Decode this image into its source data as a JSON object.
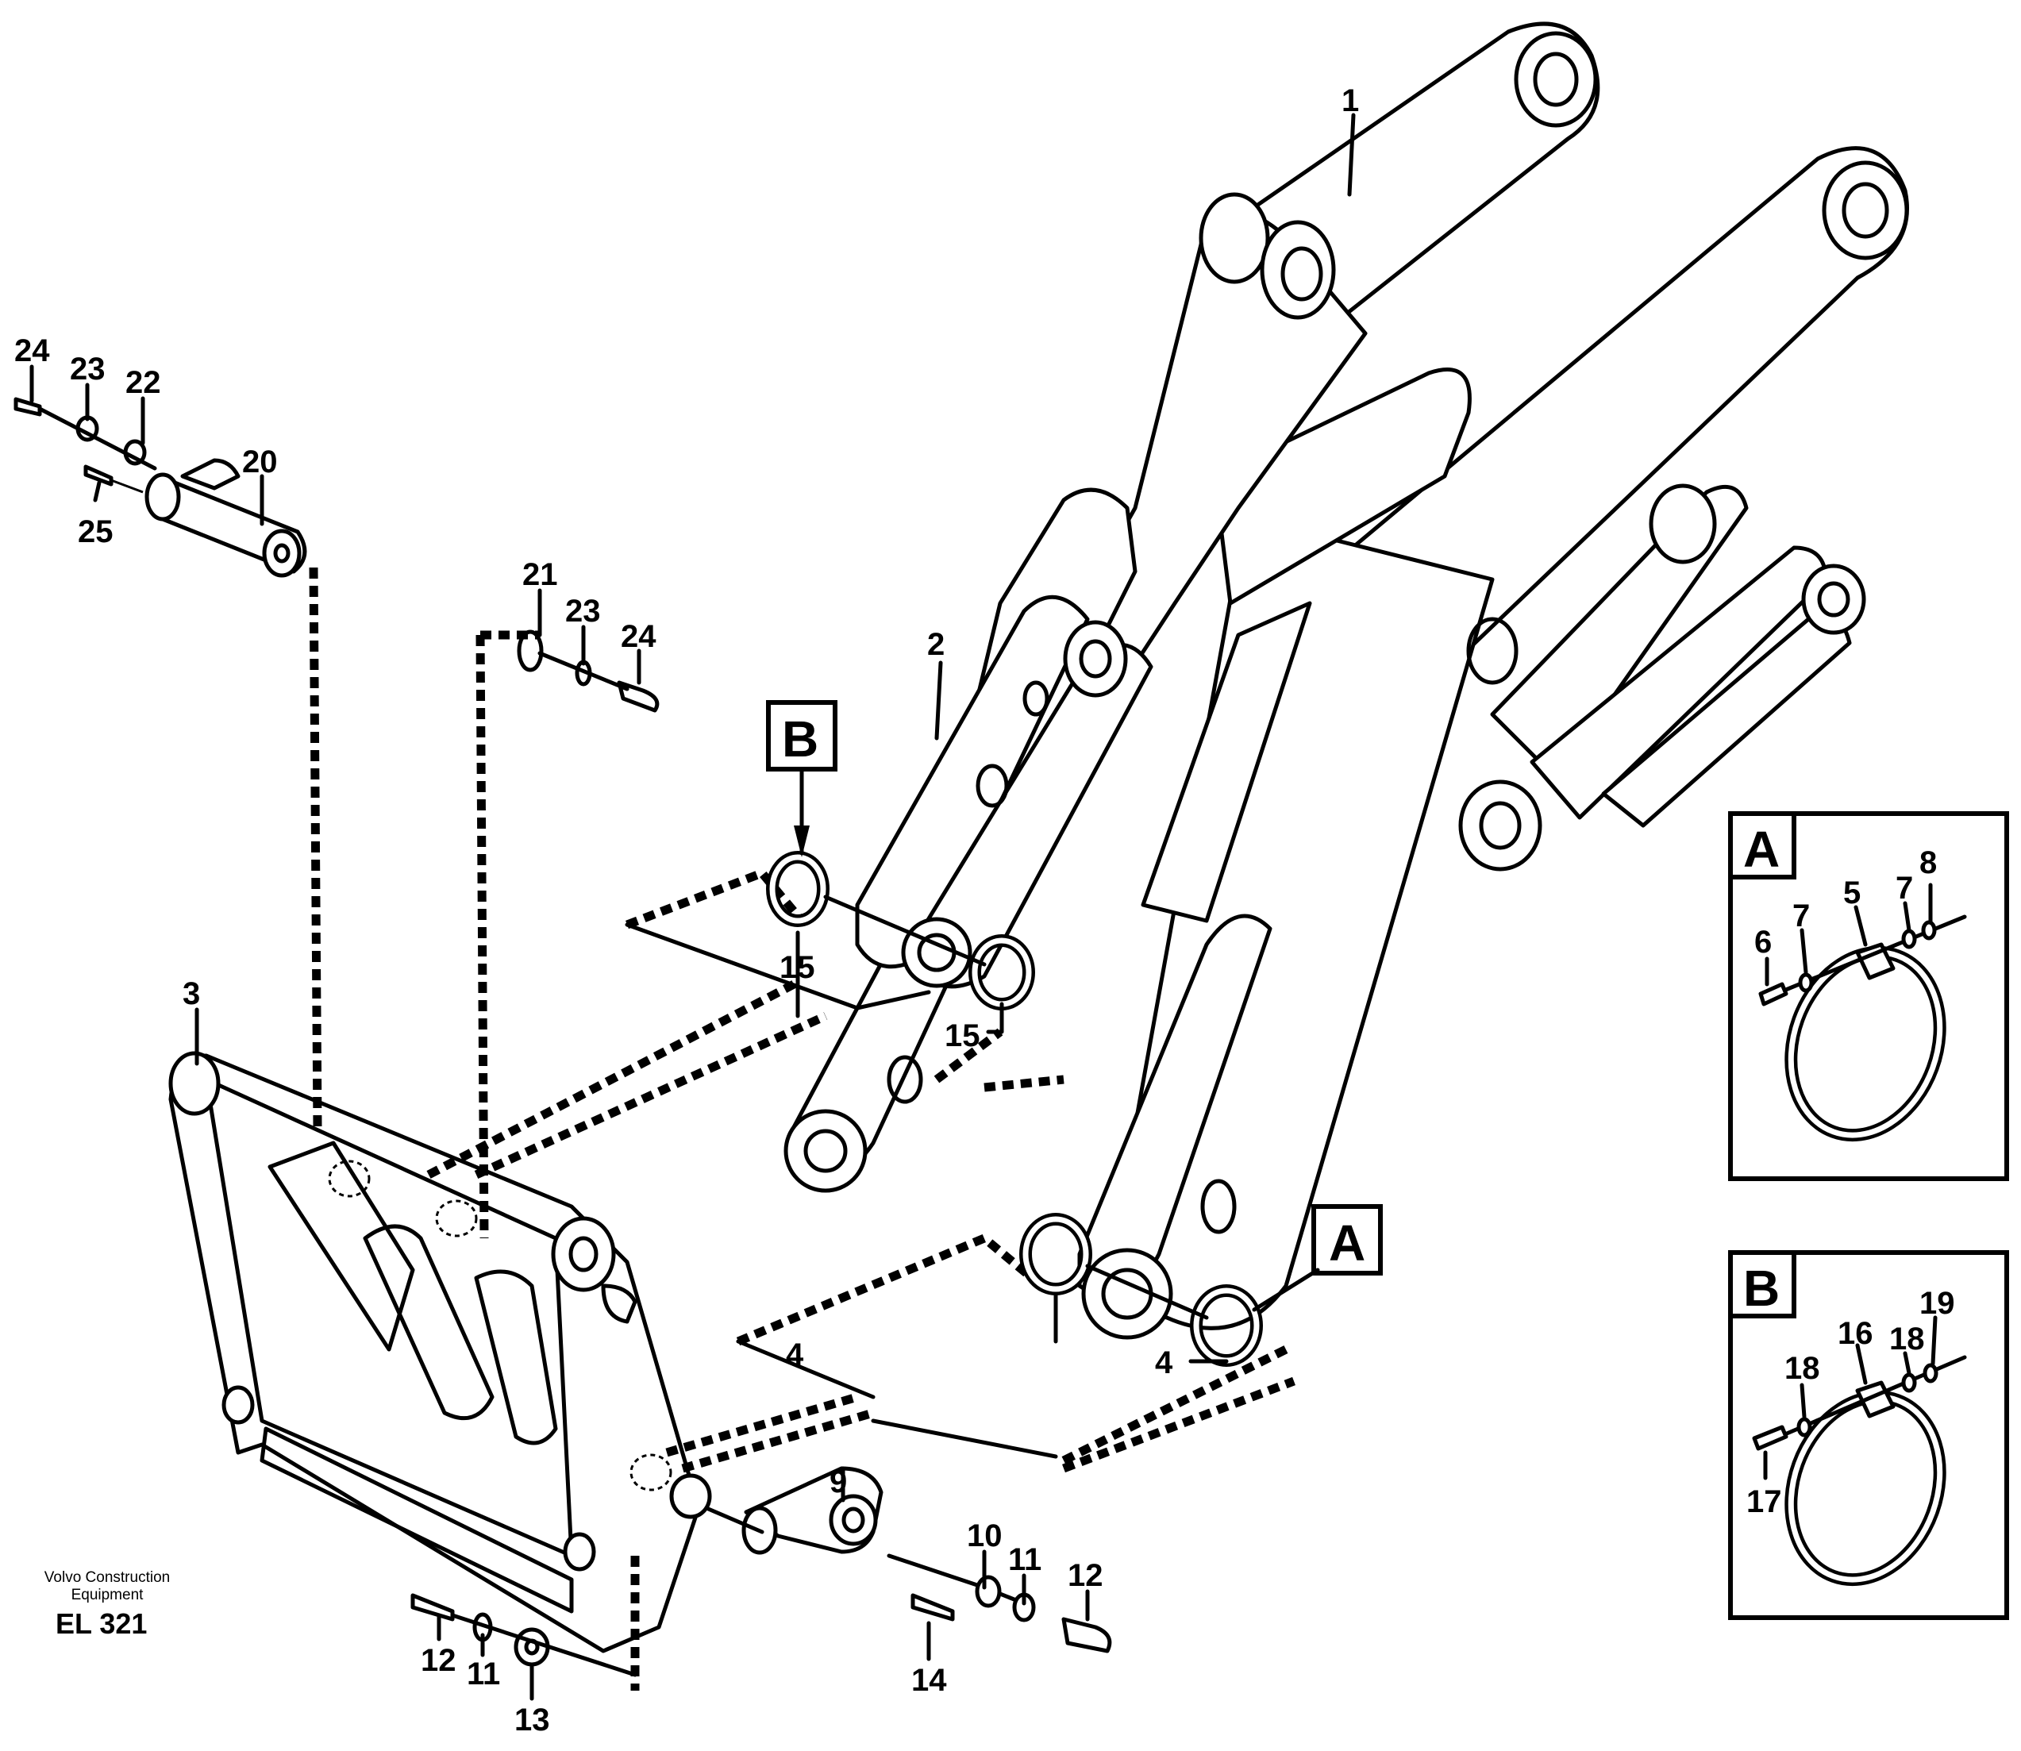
{
  "callouts": [
    "1",
    "2",
    "3",
    "4",
    "4",
    "5",
    "6",
    "7",
    "7",
    "8",
    "9",
    "10",
    "11",
    "11",
    "12",
    "12",
    "13",
    "14",
    "15",
    "15",
    "16",
    "17",
    "18",
    "18",
    "19",
    "20",
    "21",
    "22",
    "23",
    "23",
    "24",
    "24",
    "25"
  ],
  "views": {
    "a": "A",
    "b": "B"
  },
  "footer": {
    "maker_line1": "Volvo Construction",
    "maker_line2": "Equipment",
    "code": "EL 321"
  }
}
